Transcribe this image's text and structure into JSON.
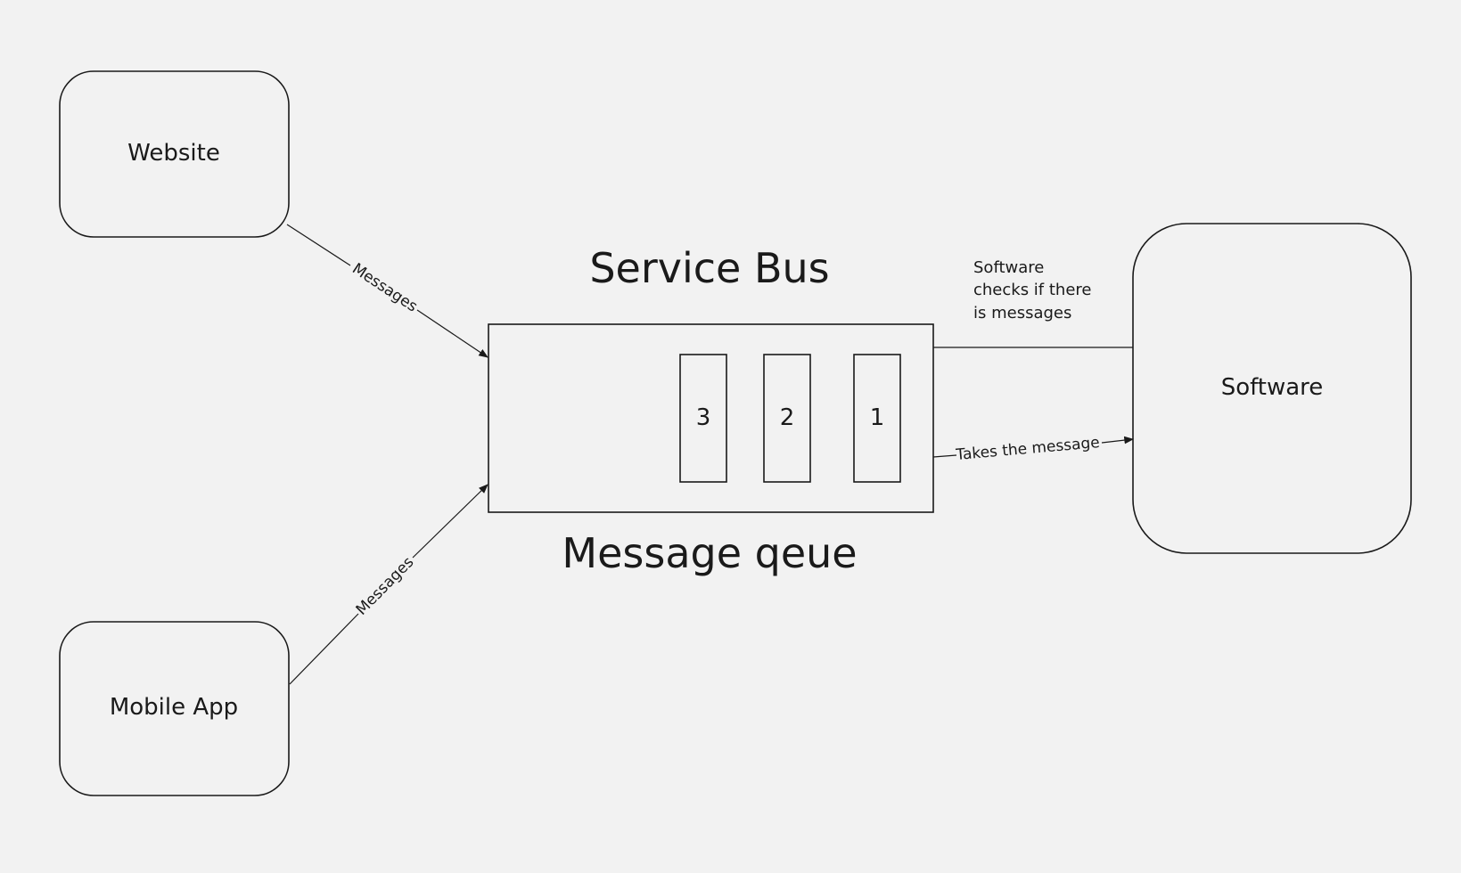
{
  "nodes": {
    "website": {
      "label": "Website"
    },
    "mobile_app": {
      "label": "Mobile App"
    },
    "software": {
      "label": "Software"
    },
    "queue": {
      "title": "Service Bus",
      "caption": "Message qeue",
      "slots": [
        "3",
        "2",
        "1"
      ]
    }
  },
  "edges": {
    "website_to_queue": {
      "label": "Messages"
    },
    "mobile_to_queue": {
      "label": "Messages"
    },
    "queue_to_software_check": {
      "label_lines": [
        "Software",
        "checks if there",
        "is messages"
      ]
    },
    "queue_to_software_take": {
      "label": "Takes the message"
    }
  },
  "colors": {
    "background": "#f2f2f2",
    "stroke": "#1a1a1a",
    "text": "#1a1a1a"
  }
}
